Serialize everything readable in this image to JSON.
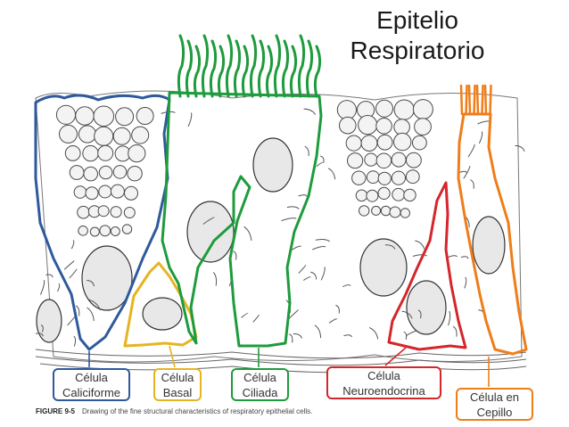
{
  "title": {
    "line1": "Epitelio",
    "line2": "Respiratorio"
  },
  "figure_caption": {
    "label": "FIGURE 9-5",
    "text": "Drawing of the fine structural characteristics of respiratory epithelial cells."
  },
  "cells": [
    {
      "id": "caliciforme",
      "line1": "Célula",
      "line2": "Caliciforme",
      "color": "#2e5a9c"
    },
    {
      "id": "basal",
      "line1": "Célula",
      "line2": "Basal",
      "color": "#e6b422"
    },
    {
      "id": "ciliada",
      "line1": "Célula",
      "line2": "Ciliada",
      "color": "#1e9b3c"
    },
    {
      "id": "neuroendocrina",
      "line1": "Célula",
      "line2": "Neuroendocrina",
      "color": "#d4262b"
    },
    {
      "id": "cepillo",
      "line1": "Célula en",
      "line2": "Cepillo",
      "color": "#ef7d1a"
    }
  ],
  "colors": {
    "drawing_ink": "#3a3a3a",
    "background": "#ffffff"
  }
}
